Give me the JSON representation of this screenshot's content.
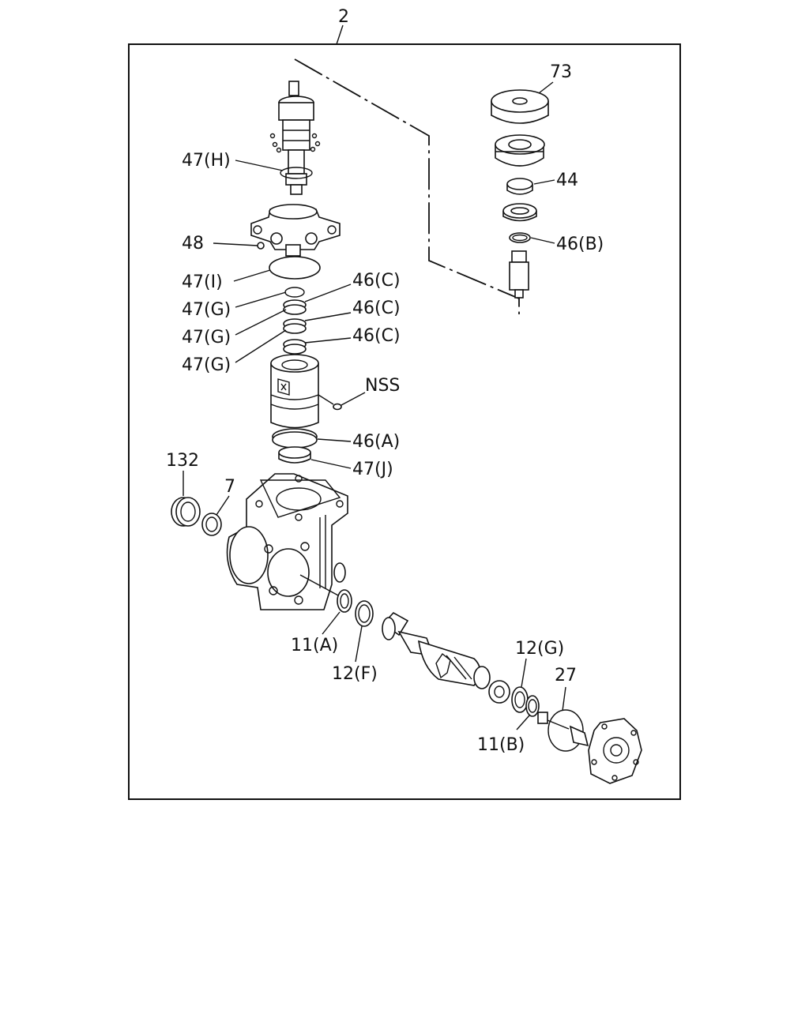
{
  "diagram": {
    "assembly_label": "2",
    "callouts": {
      "c73": "73",
      "c44": "44",
      "c46b": "46(B)",
      "c47h": "47(H)",
      "c48": "48",
      "c47i": "47(I)",
      "c47g1": "47(G)",
      "c47g2": "47(G)",
      "c47g3": "47(G)",
      "c46c1": "46(C)",
      "c46c2": "46(C)",
      "c46c3": "46(C)",
      "cnss": "NSS",
      "c46a": "46(A)",
      "c47j": "47(J)",
      "c132": "132",
      "c7": "7",
      "c11a": "11(A)",
      "c12f": "12(F)",
      "c12g": "12(G)",
      "c27": "27",
      "c11b": "11(B)"
    }
  }
}
